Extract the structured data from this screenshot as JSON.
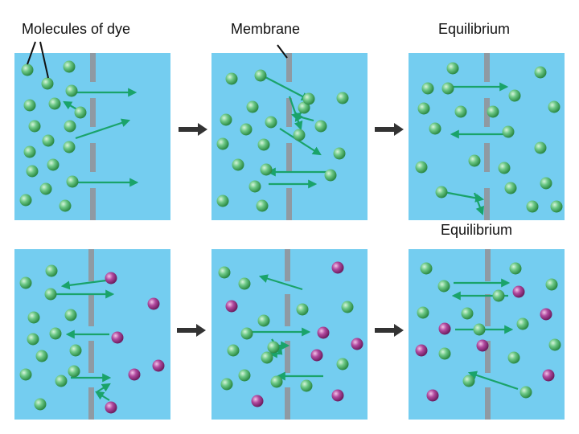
{
  "labels": {
    "molecules": "Molecules of dye",
    "membrane": "Membrane",
    "equilibrium_top": "Equilibrium",
    "equilibrium_bottom": "Equilibrium"
  },
  "colors": {
    "water": "#74cdf0",
    "membrane": "#8f9aa3",
    "arrow": "#1aa36a",
    "process_arrow": "#333333",
    "green_dye": "#3ea55c",
    "purple_dye": "#8c2e7c"
  },
  "panels": [
    {
      "id": "top-1",
      "row": 1,
      "col": 1,
      "green_count": 18,
      "purple_count": 0
    },
    {
      "id": "top-2",
      "row": 1,
      "col": 2,
      "green_count": 20,
      "purple_count": 0
    },
    {
      "id": "top-3",
      "row": 1,
      "col": 3,
      "green_count": 20,
      "purple_count": 0
    },
    {
      "id": "bottom-1",
      "row": 2,
      "col": 1,
      "green_count": 13,
      "purple_count": 6
    },
    {
      "id": "bottom-2",
      "row": 2,
      "col": 2,
      "green_count": 14,
      "purple_count": 7
    },
    {
      "id": "bottom-3",
      "row": 2,
      "col": 3,
      "green_count": 14,
      "purple_count": 7
    }
  ]
}
